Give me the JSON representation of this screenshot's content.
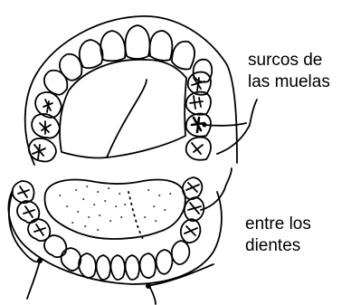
{
  "labels": {
    "molar_grooves": {
      "line1": "surcos de",
      "line2": "las muelas"
    },
    "between_teeth": {
      "line1": "entre los",
      "line2": "dientes"
    }
  },
  "colors": {
    "ink": "#000000",
    "background": "#ffffff"
  }
}
